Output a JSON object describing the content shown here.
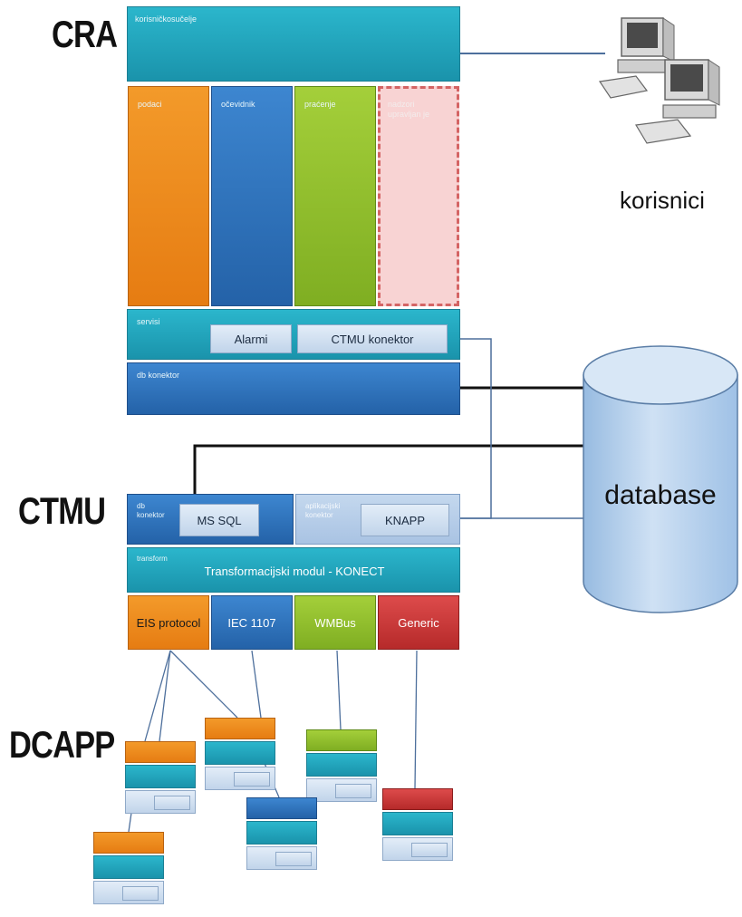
{
  "sections": {
    "cra": "CRA",
    "ctmu": "CTMU",
    "dcapp": "DCAPP"
  },
  "cra": {
    "header": "korisničkosučelje",
    "columns": [
      "podaci",
      "očevidnik",
      "praćenje",
      "nadzori upravljan je"
    ],
    "services_label": "servisi",
    "alarmi": "Alarmi",
    "ctmu_konektor": "CTMU konektor",
    "db_konektor": "db konektor"
  },
  "users_label": "korisnici",
  "database_label": "database",
  "ctmu": {
    "db_konektor": "db konektor",
    "ms_sql": "MS SQL",
    "app_konektor": "aplikacijski konektor",
    "knapp": "KNAPP",
    "transform_label": "transform",
    "transform_title": "Transformacijski modul - KONECT",
    "protocols": [
      "EIS protocol",
      "IEC 1107",
      "WMBus",
      "Generic"
    ]
  },
  "colors": {
    "orange": "#e67c12",
    "blue": "#2462a8",
    "green": "#7fae22",
    "red": "#b62a2a",
    "cyan": "#1a93ab"
  },
  "icons": [
    "computers-icon",
    "database-cylinder-icon"
  ]
}
